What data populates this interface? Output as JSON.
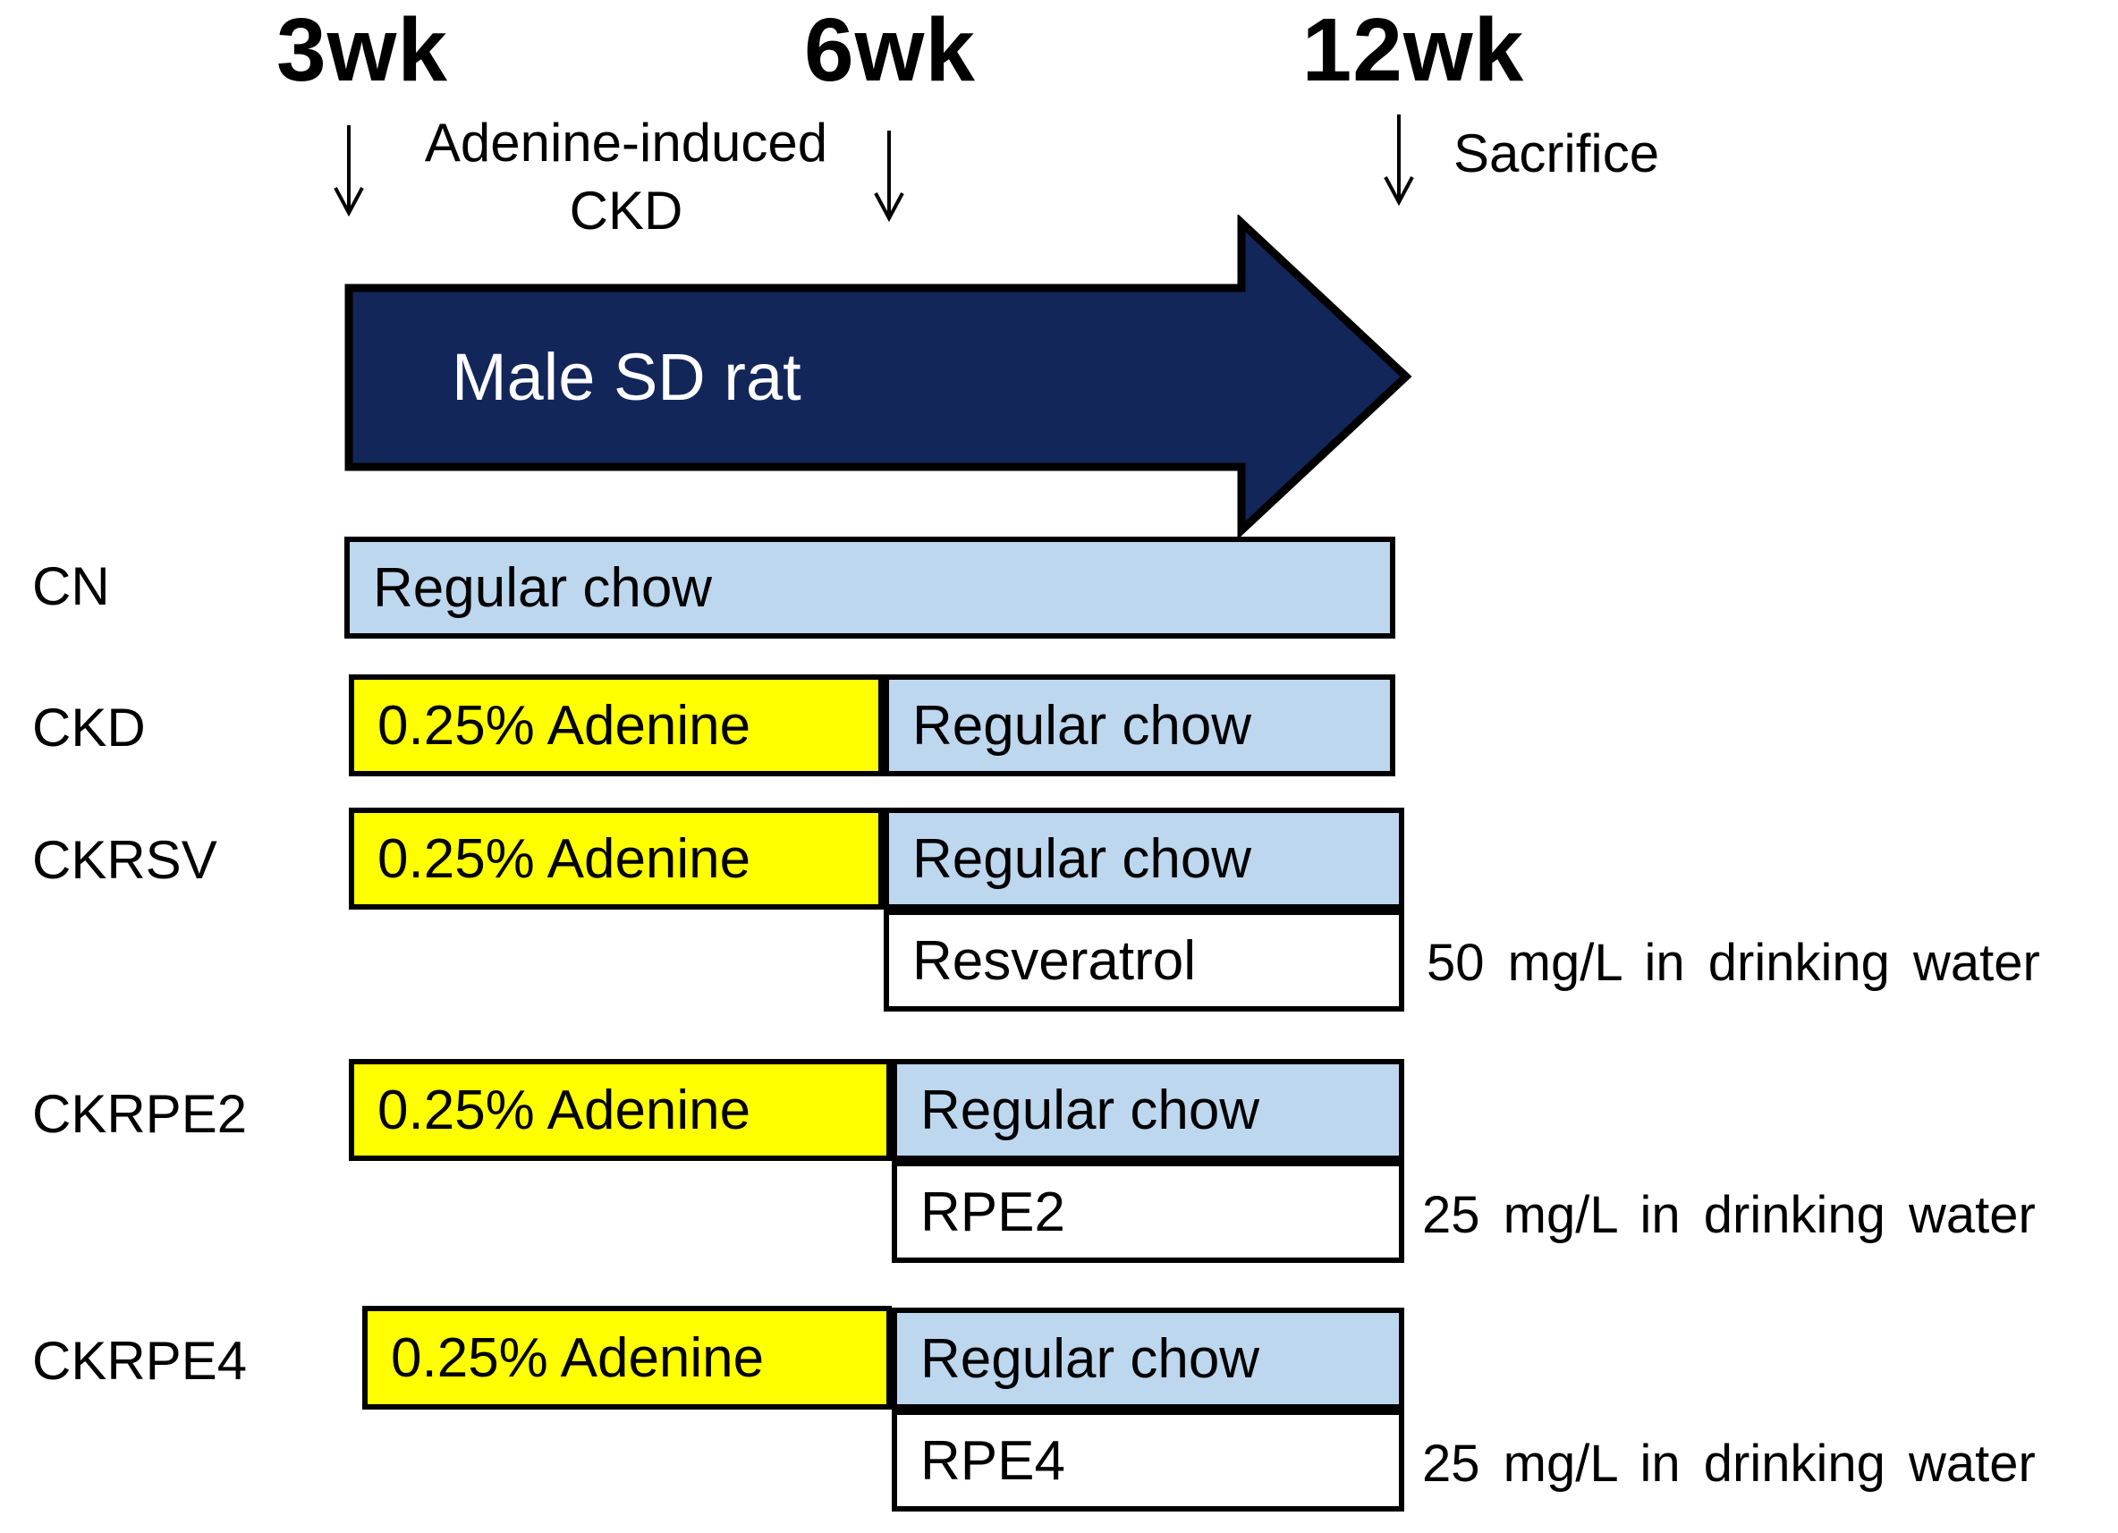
{
  "timeline": {
    "markers": [
      {
        "id": "wk3",
        "label": "3wk"
      },
      {
        "id": "wk6",
        "label": "6wk"
      },
      {
        "id": "wk12",
        "label": "12wk"
      }
    ],
    "induction_label_lines": [
      "Adenine-induced",
      "CKD"
    ],
    "sacrifice_label": "Sacrifice"
  },
  "subject": {
    "label": "Male SD rat"
  },
  "groups": [
    {
      "name": "CN",
      "segments": [
        {
          "label": "Regular chow",
          "fill": "chow"
        }
      ]
    },
    {
      "name": "CKD",
      "segments": [
        {
          "label": "0.25% Adenine",
          "fill": "adenine"
        },
        {
          "label": "Regular chow",
          "fill": "chow"
        }
      ]
    },
    {
      "name": "CKRSV",
      "segments": [
        {
          "label": "0.25% Adenine",
          "fill": "adenine"
        },
        {
          "label": "Regular chow",
          "fill": "chow"
        }
      ],
      "treatment": {
        "label": "Resveratrol",
        "dose_note": "50 mg/L in drinking water"
      }
    },
    {
      "name": "CKRPE2",
      "segments": [
        {
          "label": "0.25% Adenine",
          "fill": "adenine"
        },
        {
          "label": "Regular chow",
          "fill": "chow"
        }
      ],
      "treatment": {
        "label": "RPE2",
        "dose_note": "25 mg/L in drinking water"
      }
    },
    {
      "name": "CKRPE4",
      "segments": [
        {
          "label": "0.25% Adenine",
          "fill": "adenine"
        },
        {
          "label": "Regular chow",
          "fill": "chow"
        }
      ],
      "treatment": {
        "label": "RPE4",
        "dose_note": "25 mg/L in drinking water"
      }
    }
  ],
  "colors": {
    "adenine_fill": "#ffff00",
    "chow_fill": "#bdd7ee",
    "treatment_fill": "#ffffff",
    "subject_arrow_fill": "#13265a",
    "outline": "#000000"
  }
}
